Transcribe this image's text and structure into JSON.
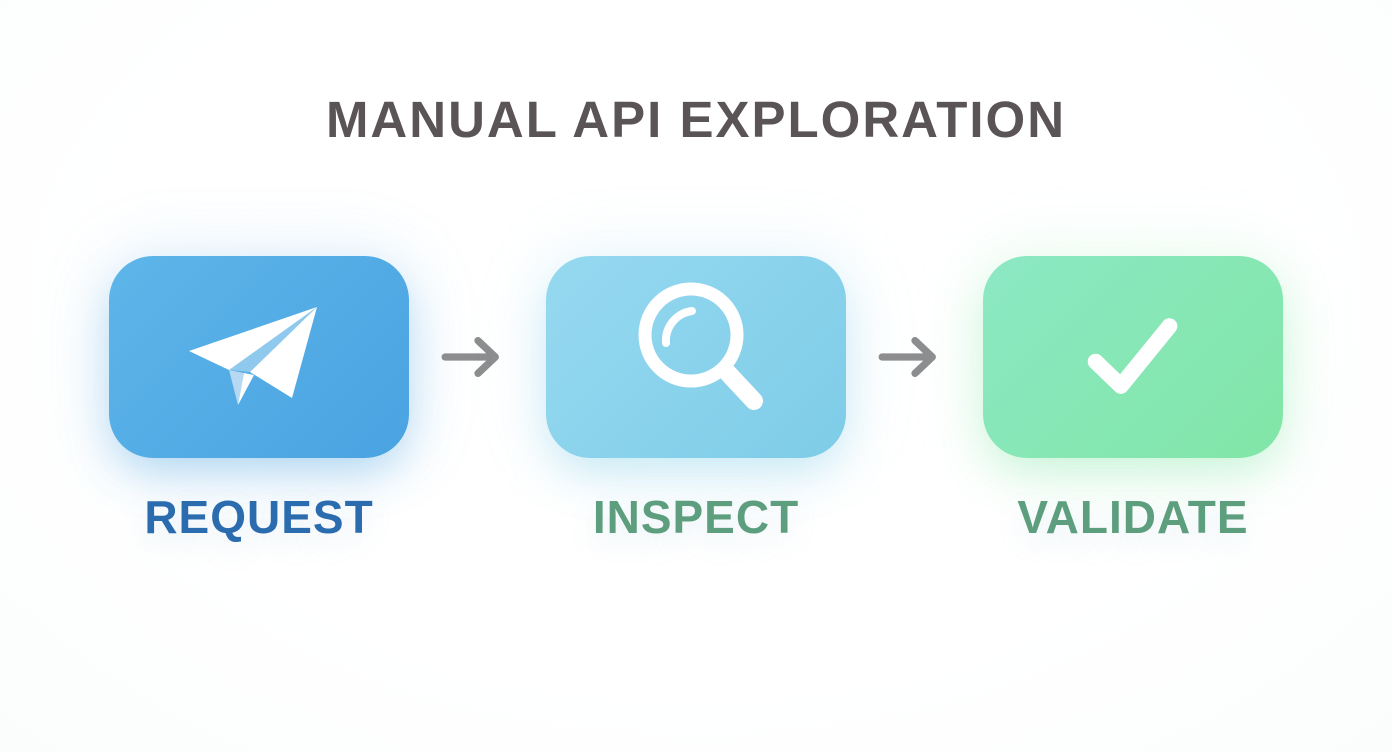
{
  "title": {
    "text": "MANUAL API EXPLORATION",
    "color": "#5a5456"
  },
  "background_color": "#fdfefe",
  "arrow": {
    "icon": "right-arrow-icon",
    "color": "#8d8d8f"
  },
  "steps": [
    {
      "label": "REQUEST",
      "icon": "paper-plane-icon",
      "box_gradient_start": "#5db5e9",
      "box_gradient_end": "#4aa3e1",
      "label_color": "#2a6cae",
      "icon_color": "#ffffff",
      "icon_accent": "#b7d8f2"
    },
    {
      "label": "INSPECT",
      "icon": "magnifier-icon",
      "box_gradient_start": "#96d9f0",
      "box_gradient_end": "#7ecce8",
      "label_color": "#5d9e7e",
      "icon_color": "#ffffff",
      "icon_accent": "#ffffff"
    },
    {
      "label": "VALIDATE",
      "icon": "check-icon",
      "box_gradient_start": "#8ce8c4",
      "box_gradient_end": "#81e6a6",
      "label_color": "#5d9e7e",
      "icon_color": "#ffffff",
      "icon_accent": "#ffffff"
    }
  ]
}
